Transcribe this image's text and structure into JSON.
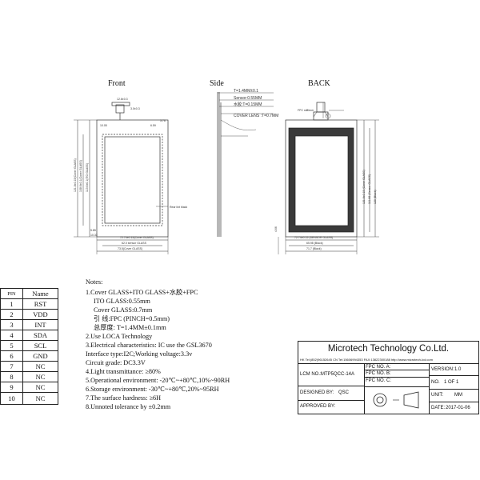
{
  "views": {
    "front": "Front",
    "side": "Side",
    "back": "BACK"
  },
  "front_dims": {
    "fpc_w": "12.6±0.3",
    "fpc_l": "3.0±0.3",
    "h_outer": "121.8±0.15(Cover GLASS)",
    "h_aa": "108.6±0.1(Cover GLASS)",
    "h_ito": "113.6±0.1(ITO GLASS)",
    "w_outer": "72.74±0.15(Cover GLASS)",
    "w_aa": "62.0 sensor GLASS",
    "w_vw": "73.5(Cover GLASS)",
    "tape_note": "Rear lint black",
    "top_left": "10.05",
    "top_right": "6.59",
    "top_r2": "3.76",
    "bot_left": "10.33",
    "bot_sep": "5.85"
  },
  "side_dims": {
    "t_total": "T=1.4MM±0.1",
    "sensor": "Sensor:0.55MM",
    "glue": "水胶:T=0.15MM",
    "cover": "COVER LENS :T=0.7MM"
  },
  "back_dims": {
    "stiffener": "FPC stiffener",
    "h1": "121.8±0.15 (Cover GLASS)",
    "h2": "111.66 (Sensor GLASS)",
    "h3": "120 (Black)",
    "w1": "72.74±0.15 (SENSOR GLASS)",
    "w2": "65.98 (Black)",
    "w3": "71.7 (Black)",
    "side_l": "4.66"
  },
  "pin_table": {
    "headers": [
      "PIN",
      "Name"
    ],
    "rows": [
      [
        "1",
        "RST"
      ],
      [
        "2",
        "VDD"
      ],
      [
        "3",
        "INT"
      ],
      [
        "4",
        "SDA"
      ],
      [
        "5",
        "SCL"
      ],
      [
        "6",
        "GND"
      ],
      [
        "7",
        "NC"
      ],
      [
        "8",
        "NC"
      ],
      [
        "9",
        "NC"
      ],
      [
        "10",
        "NC"
      ]
    ]
  },
  "notes": {
    "title": "Notes:",
    "lines": [
      "1.Cover GLASS+ITO GLASS+水胶+FPC",
      "ITO GLASS:0.55mm",
      "Cover GLASS:0.7mm",
      "引  线:FPC (PINCH=0.5mm)",
      "总厚度: T=1.4MM±0.1mm",
      "2.Use LOCA Technology",
      "3.Electrical characteristics: IC use the GSL3670",
      "Interface type:I2C;Working voltage:3.3v",
      "Circuit grade: DC3.3V",
      "4.Light transmittance: ≥80%",
      "5.Operational environment: -20℃~+80℃,10%~90RH",
      "6.Storage environment: -30℃~+80℃,20%~95RH",
      "7.The surface hardness: ≥6H",
      "8.Unnoted tolerance by ±0.2mm"
    ]
  },
  "title_block": {
    "company": "Microtech Technology Co.Ltd.",
    "contact": "HK Tel:(852)96152645  CN Tel:15606994353 FAX:13822300188 http://www.microtech-lcd.com",
    "lcm_no_label": "LCM NO.:",
    "lcm_no": "MTP5QCC-14A",
    "designed_by_label": "DESIGNED BY:",
    "designed_by": "QSC",
    "approved_by_label": "APPROVED BY:",
    "approved_by": "",
    "fpc_a": "FPC NO. A:",
    "fpc_b": "FPC NO. B:",
    "fpc_c": "FPC NO. C:",
    "version_label": "VERSION:",
    "version": "1.0",
    "no_label": "NO.",
    "no": "1 OF 1",
    "unit_label": "UNIT:",
    "unit": "MM",
    "date_label": "DATE:",
    "date": "2017-01-06"
  }
}
